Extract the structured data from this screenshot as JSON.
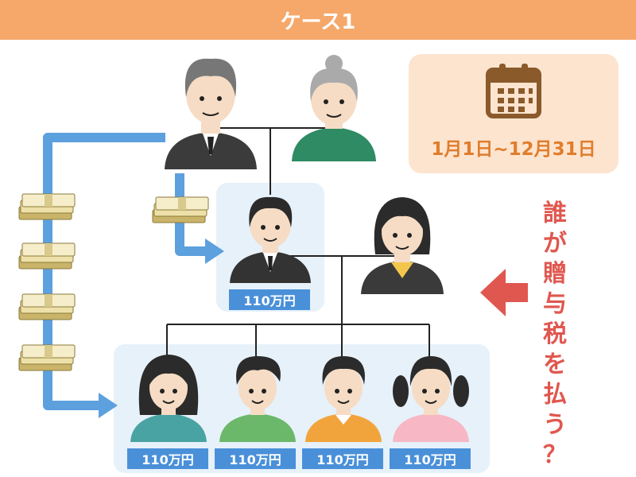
{
  "header": {
    "title": "ケース1"
  },
  "calendar": {
    "icon": "calendar-icon",
    "range": "1月1日~12月31日"
  },
  "question": {
    "chars": [
      "誰",
      "が",
      "贈",
      "与",
      "税",
      "を",
      "払",
      "う",
      "？"
    ]
  },
  "parent": {
    "amount": "110万円"
  },
  "children": [
    {
      "amount": "110万円"
    },
    {
      "amount": "110万円"
    },
    {
      "amount": "110万円"
    },
    {
      "amount": "110万円"
    }
  ],
  "colors": {
    "header": "#f5a86a",
    "arrow_blue": "#5ca0de",
    "arrow_red": "#e0574f",
    "amount_bg": "#4a90d9",
    "accent_orange": "#e07d2c"
  }
}
